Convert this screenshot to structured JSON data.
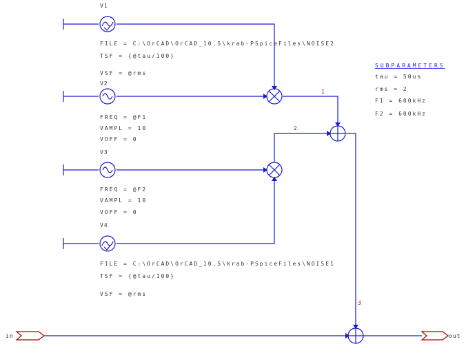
{
  "sources": [
    {
      "name": "V1",
      "params": [
        "FILE = C:\\OrCAD\\OrCAD_10.5\\krab-PSpiceFiles\\NOISE2",
        "TSF = {@tau/100}",
        "",
        "VSF = @rms"
      ]
    },
    {
      "name": "V2",
      "params": [
        "FREQ = @F1",
        "VAMPL = 10",
        "VOFF = 0"
      ]
    },
    {
      "name": "V3",
      "params": [
        "FREQ = @F2",
        "VAMPL = 10",
        "VOFF = 0"
      ]
    },
    {
      "name": "V4",
      "params": [
        "FILE = C:\\OrCAD\\OrCAD_10.5\\krab-PSpiceFiles\\NOISE1",
        "TSF = {@tau/100}",
        "",
        "VSF = @rms"
      ]
    }
  ],
  "nets": {
    "n1": "1",
    "n2": "2",
    "n3": "3"
  },
  "ports": {
    "in": "in",
    "out": "out"
  },
  "subparameters": {
    "title": "SUBPARAMETERS",
    "lines": [
      "tau = 50us",
      "rms = 2",
      "F1 = 600kHz",
      "F2 = 600kHz"
    ]
  },
  "icons": {
    "noise_source": "noise-source-icon",
    "sine_source": "sine-source-icon",
    "multiplier": "multiplier-icon",
    "summer": "summer-icon",
    "ground": "ground-icon"
  },
  "colors": {
    "wire": "#1a1acc",
    "port": "#aa0000",
    "text": "#333333",
    "header": "#1a1aff"
  }
}
